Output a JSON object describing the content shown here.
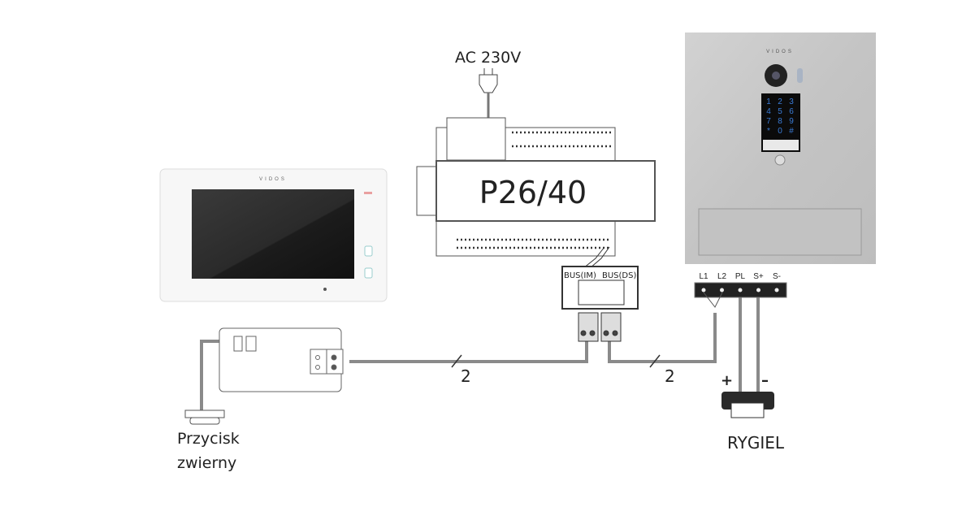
{
  "power": {
    "label": "AC 230V"
  },
  "power_supply": {
    "model": "P26/40"
  },
  "bus_module": {
    "im_label": "BUS(IM)",
    "ds_label": "BUS(DS)"
  },
  "wires": {
    "left_count": "2",
    "right_count": "2"
  },
  "door_station": {
    "brand": "VIDOS",
    "keypad": [
      "1",
      "2",
      "3",
      "4",
      "5",
      "6",
      "7",
      "8",
      "9",
      "*",
      "0",
      "#"
    ],
    "terminals": [
      "L1",
      "L2",
      "PL",
      "S+",
      "S-"
    ]
  },
  "monitor": {
    "brand": "VIDOS"
  },
  "lock": {
    "label": "RYGIEL",
    "plus": "+",
    "minus": "–"
  },
  "button": {
    "label_line1": "Przycisk",
    "label_line2": "zwierny"
  },
  "colors": {
    "wire": "#8a8a8a",
    "line": "#555555",
    "panel": "#c9c9c9",
    "keypad_digit": "#3a7bd5"
  }
}
